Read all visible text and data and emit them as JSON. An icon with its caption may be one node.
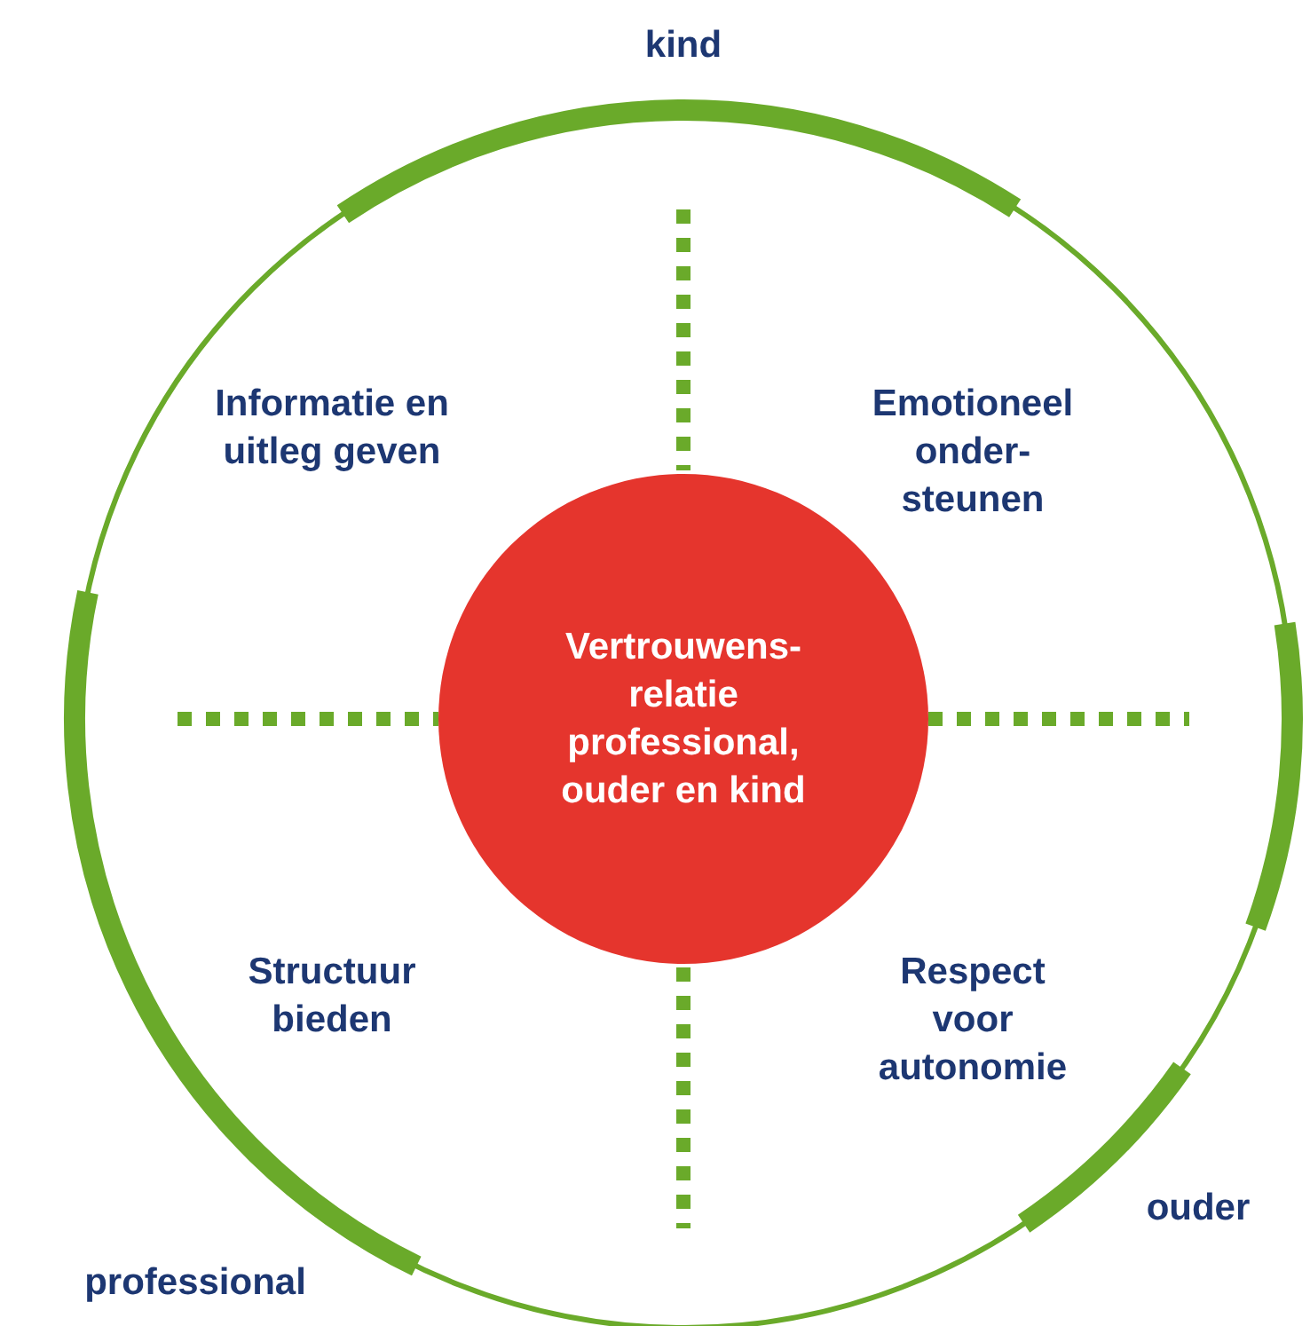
{
  "diagram": {
    "nodes": [
      {
        "text": [
          "Vertrouwens- relatie professional, ouder en kind"
        ]
      }
    ],
    "labels": [
      "kind",
      "Informatie en uitleg geven",
      "Emotioneel onder- steunen",
      "Structuur bieden",
      "Respect voor autonomie",
      "ouder",
      "professional"
    ]
  }
}
